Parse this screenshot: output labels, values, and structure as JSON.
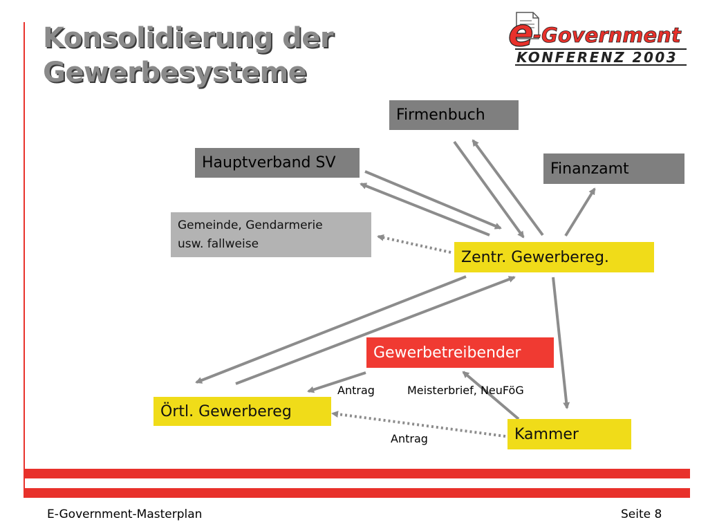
{
  "slide": {
    "title_line1": "Konsolidierung der",
    "title_line2": "Gewerbesysteme"
  },
  "logo": {
    "brand_letter": "e",
    "brand_word": "-Government",
    "subtitle": "KONFERENZ 2003"
  },
  "nodes": {
    "firmenbuch": "Firmenbuch",
    "hauptverband": "Hauptverband SV",
    "finanzamt": "Finanzamt",
    "gemeinde_line1": "Gemeinde, Gendarmerie",
    "gemeinde_line2": "usw. fallweise",
    "zentral": "Zentr. Gewerbereg.",
    "gewerbetreibender": "Gewerbetreibender",
    "oertl": "Örtl. Gewerbereg",
    "kammer": "Kammer"
  },
  "edge_labels": {
    "antrag_upper": "Antrag",
    "meisterbrief": "Meisterbrief, NeuFöG",
    "antrag_lower": "Antrag"
  },
  "footer": {
    "left": "E-Government-Masterplan",
    "right": "Seite 8"
  },
  "colors": {
    "accent_red": "#e8312b",
    "box_yellow": "#f0dc19",
    "box_gray_dark": "#7f7f7f",
    "box_gray_light": "#b3b3b3",
    "box_red": "#f03a32",
    "arrow_gray": "#8c8c8c"
  }
}
